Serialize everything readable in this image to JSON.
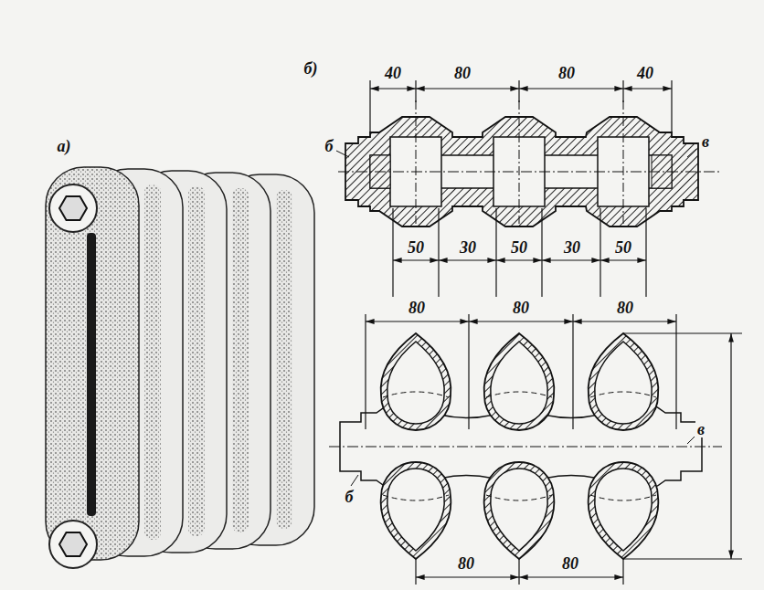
{
  "diagram": {
    "labels": [
      "а)",
      "б)",
      "40",
      "80",
      "80",
      "40",
      "б",
      "в",
      "50",
      "30",
      "50",
      "30",
      "50",
      "80",
      "80",
      "80",
      "б",
      "в",
      "80",
      "80"
    ]
  }
}
